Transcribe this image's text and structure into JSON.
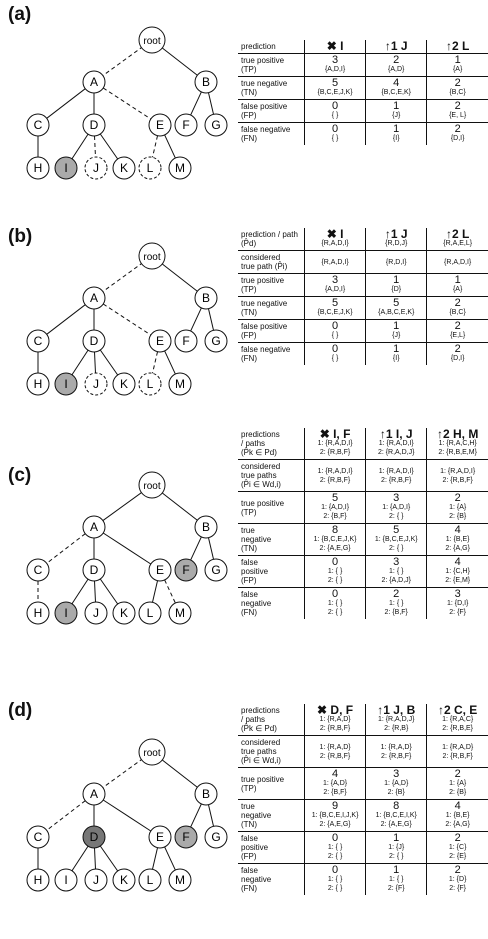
{
  "panels": [
    {
      "label": "(a)",
      "columns": [
        {
          "marker": "✖",
          "head": "I"
        },
        {
          "marker": "↑1",
          "head": "J"
        },
        {
          "marker": "↑2",
          "head": "L"
        }
      ],
      "rows": [
        {
          "label": "prediction",
          "label2": "",
          "cells": [
            [
              "✖ I"
            ],
            [
              "↑1 J"
            ],
            [
              "↑2 L"
            ]
          ]
        },
        {
          "label": "true positive",
          "label2": "(TP)",
          "cells": [
            [
              "3",
              "{A,D,I}"
            ],
            [
              "2",
              "{A,D}"
            ],
            [
              "1",
              "{A}"
            ]
          ]
        },
        {
          "label": "true negative",
          "label2": "(TN)",
          "cells": [
            [
              "5",
              "{B,C,E,J,K}"
            ],
            [
              "4",
              "{B,C,E,K}"
            ],
            [
              "2",
              "{B,C}"
            ]
          ]
        },
        {
          "label": "false positive",
          "label2": "(FP)",
          "cells": [
            [
              "0",
              "{ }"
            ],
            [
              "1",
              "{J}"
            ],
            [
              "2",
              "{E, L}"
            ]
          ]
        },
        {
          "label": "false negative",
          "label2": "(FN)",
          "cells": [
            [
              "0",
              "{ }"
            ],
            [
              "1",
              "{I}"
            ],
            [
              "2",
              "{D,I}"
            ]
          ]
        }
      ]
    },
    {
      "label": "(b)",
      "rows": [
        {
          "label": "prediction / path",
          "label2": "(P̂d)",
          "cells": [
            [
              "✖ I",
              "{R,A,D,I}"
            ],
            [
              "↑1 J",
              "{R,D,J}"
            ],
            [
              "↑2 L",
              "{R,A,E,L}"
            ]
          ]
        },
        {
          "label": "considered",
          "label2": "true path (P̂i)",
          "cells": [
            [
              "{R,A,D,I}"
            ],
            [
              "{R,D,I}"
            ],
            [
              "{R,A,D,I}"
            ]
          ]
        },
        {
          "label": "true positive",
          "label2": "(TP)",
          "cells": [
            [
              "3",
              "{A,D,I}"
            ],
            [
              "1",
              "{D}"
            ],
            [
              "1",
              "{A}"
            ]
          ]
        },
        {
          "label": "true negative",
          "label2": "(TN)",
          "cells": [
            [
              "5",
              "{B,C,E,J,K}"
            ],
            [
              "5",
              "{A,B,C,E,K}"
            ],
            [
              "2",
              "{B,C}"
            ]
          ]
        },
        {
          "label": "false positive",
          "label2": "(FP)",
          "cells": [
            [
              "0",
              "{ }"
            ],
            [
              "1",
              "{J}"
            ],
            [
              "2",
              "{E,L}"
            ]
          ]
        },
        {
          "label": "false negative",
          "label2": "(FN)",
          "cells": [
            [
              "0",
              "{ }"
            ],
            [
              "1",
              "{I}"
            ],
            [
              "2",
              "{D,I}"
            ]
          ]
        }
      ]
    },
    {
      "label": "(c)",
      "rows": [
        {
          "label": "predictions",
          "label2": "/ paths",
          "label3": "(P̂k ∈ Pd)",
          "cells": [
            [
              "✖ I, F",
              "1: {R,A,D,I}",
              "2: {R,B,F}"
            ],
            [
              "↑1 I, J",
              "1: {R,A,D,I}",
              "2: {R,A,D,J}"
            ],
            [
              "↑2 H, M",
              "1: {R,A,C,H}",
              "2: {R,B,E,M}"
            ]
          ]
        },
        {
          "label": "considered",
          "label2": "true paths",
          "label3": "(P̂i ∈ Wd,i)",
          "cells": [
            [
              "1: {R,A,D,I}",
              "2: {R,B,F}"
            ],
            [
              "1: {R,A,D,I}",
              "2: {R,B,F}"
            ],
            [
              "1: {R,A,D,I}",
              "2: {R,B,F}"
            ]
          ]
        },
        {
          "label": "true positive",
          "label2": "(TP)",
          "cells": [
            [
              "5",
              "1: {A,D,I}",
              "2: {B,F}"
            ],
            [
              "3",
              "1: {A,D,I}",
              "2: { }"
            ],
            [
              "2",
              "1: {A}",
              "2: {B}"
            ]
          ]
        },
        {
          "label": "true",
          "label2": "negative",
          "label3": "(TN)",
          "cells": [
            [
              "8",
              "1: {B,C,E,J,K}",
              "2: {A,E,G}"
            ],
            [
              "5",
              "1: {B,C,E,J,K}",
              "2: { }"
            ],
            [
              "4",
              "1: {B,E}",
              "2: {A,G}"
            ]
          ]
        },
        {
          "label": "false",
          "label2": "positive",
          "label3": "(FP)",
          "cells": [
            [
              "0",
              "1: { }",
              "2: { }"
            ],
            [
              "3",
              "1: { }",
              "2: {A,D,J}"
            ],
            [
              "4",
              "1: {C,H}",
              "2: {E,M}"
            ]
          ]
        },
        {
          "label": "false",
          "label2": "negative",
          "label3": "(FN)",
          "cells": [
            [
              "0",
              "1: { }",
              "2: { }"
            ],
            [
              "2",
              "1: { }",
              "2: {B,F}"
            ],
            [
              "3",
              "1: {D,I}",
              "2: {F}"
            ]
          ]
        }
      ]
    },
    {
      "label": "(d)",
      "rows": [
        {
          "label": "predictions",
          "label2": "/ paths",
          "label3": "(P̂k ∈ Pd)",
          "cells": [
            [
              "✖ D, F",
              "1: {R,A,D}",
              "2: {R,B,F}"
            ],
            [
              "↑1 J, B",
              "1: {R,A,D,J}",
              "2: {R,B}"
            ],
            [
              "↑2 C, E",
              "1: {R,A,C}",
              "2: {R,B,E}"
            ]
          ]
        },
        {
          "label": "considered",
          "label2": "true paths",
          "label3": "(P̂i ∈ Wd,i)",
          "cells": [
            [
              "1: {R,A,D}",
              "2: {R,B,F}"
            ],
            [
              "1: {R,A,D}",
              "2: {R,B,F}"
            ],
            [
              "1: {R,A,D}",
              "2: {R,B,F}"
            ]
          ]
        },
        {
          "label": "true positive",
          "label2": "(TP)",
          "cells": [
            [
              "4",
              "1: {A,D}",
              "2: {B,F}"
            ],
            [
              "3",
              "1: {A,D}",
              "2: {B}"
            ],
            [
              "2",
              "1: {A}",
              "2: {B}"
            ]
          ]
        },
        {
          "label": "true",
          "label2": "negative",
          "label3": "(TN)",
          "cells": [
            [
              "9",
              "1: {B,C,E,I,J,K}",
              "2: {A,E,G}"
            ],
            [
              "8",
              "1: {B,C,E,I,K}",
              "2: {A,E,G}"
            ],
            [
              "4",
              "1: {B,E}",
              "2: {A,G}"
            ]
          ]
        },
        {
          "label": "false",
          "label2": "positive",
          "label3": "(FP)",
          "cells": [
            [
              "0",
              "1: { }",
              "2: { }"
            ],
            [
              "1",
              "1: {J}",
              "2: { }"
            ],
            [
              "2",
              "1: {C}",
              "2: {E}"
            ]
          ]
        },
        {
          "label": "false",
          "label2": "negative",
          "label3": "(FN)",
          "cells": [
            [
              "0",
              "1: { }",
              "2: { }"
            ],
            [
              "1",
              "1: { }",
              "2: {F}"
            ],
            [
              "2",
              "1: {D}",
              "2: {F}"
            ]
          ]
        }
      ]
    }
  ],
  "tree": {
    "root": "root",
    "nodes": [
      "A",
      "B",
      "C",
      "D",
      "E",
      "F",
      "G",
      "H",
      "I",
      "J",
      "K",
      "L",
      "M"
    ]
  }
}
